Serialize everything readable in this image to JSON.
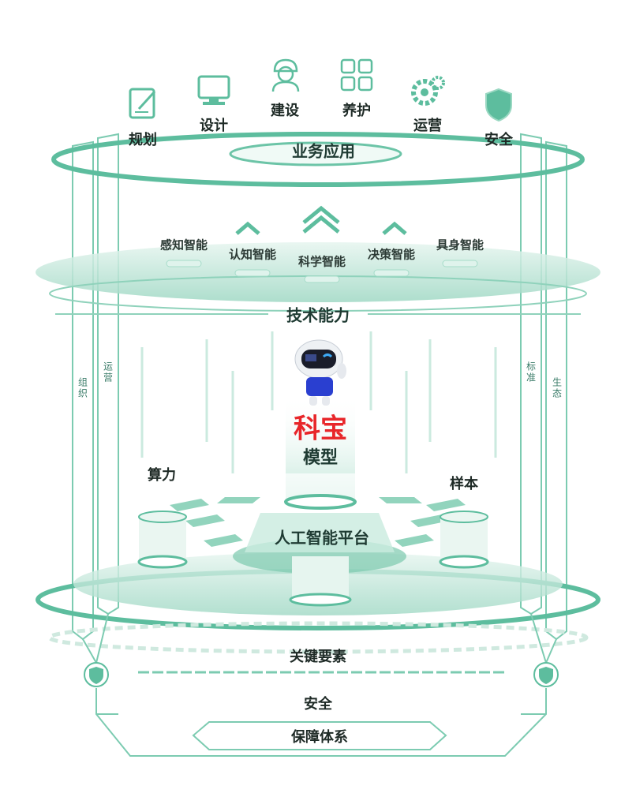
{
  "applications": {
    "title": "业务应用",
    "items": [
      {
        "label": "规划",
        "icon": "edit-document-icon"
      },
      {
        "label": "设计",
        "icon": "monitor-icon"
      },
      {
        "label": "建设",
        "icon": "worker-icon"
      },
      {
        "label": "养护",
        "icon": "grid-icon"
      },
      {
        "label": "运营",
        "icon": "gears-icon"
      },
      {
        "label": "安全",
        "icon": "shield-icon"
      }
    ]
  },
  "capabilities": {
    "title": "技术能力",
    "items": [
      "感知智能",
      "认知智能",
      "科学智能",
      "决策智能",
      "具身智能"
    ]
  },
  "pillars": {
    "left_outer": "组织",
    "left_inner": "运营",
    "right_inner": "标准",
    "right_outer": "生态"
  },
  "model": {
    "brand": "科宝",
    "name": "模型"
  },
  "platform": {
    "title": "人工智能平台",
    "left": "算力",
    "right": "样本"
  },
  "foundation": {
    "key_elements": "关键要素",
    "security": "安全",
    "guarantee": "保障体系"
  },
  "colors": {
    "accent": "#4fb596",
    "brand_red": "#e8262a"
  }
}
